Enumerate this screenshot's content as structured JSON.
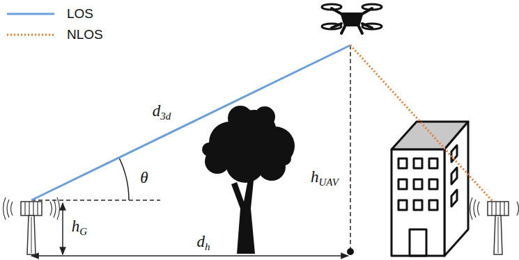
{
  "diagram": {
    "labels": [
      "d3d",
      "θ",
      "hUAV",
      "hG",
      "dh"
    ],
    "legend": [
      {
        "text": "LOS"
      },
      {
        "text": "NLOS"
      }
    ]
  }
}
